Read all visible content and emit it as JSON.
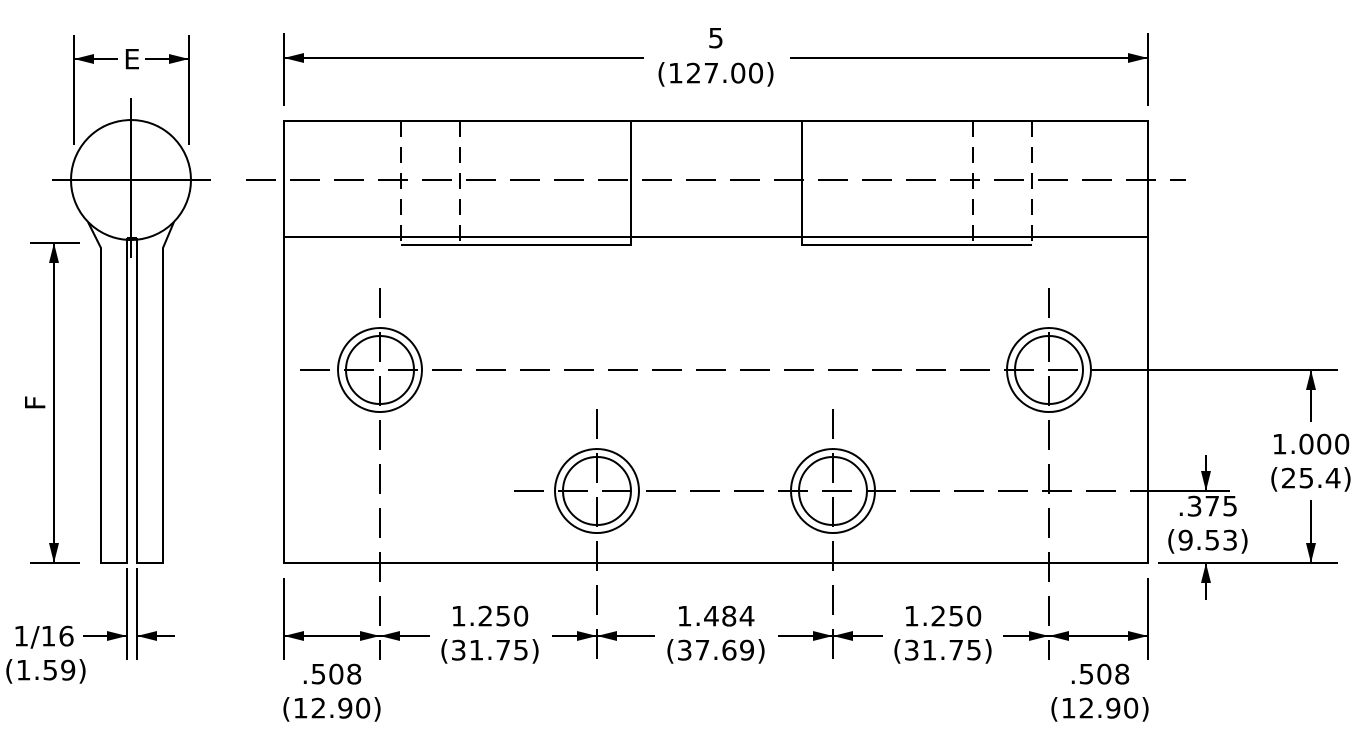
{
  "dimensions": {
    "overall_length": {
      "inch": "5",
      "mm": "(127.00)"
    },
    "barrel_diameter": {
      "label": "E"
    },
    "leaf_height": {
      "label": "F"
    },
    "leaf_thickness": {
      "inch": "1/16",
      "mm": "(1.59)"
    },
    "upper_hole_offset": {
      "inch": "1.000",
      "mm": "(25.4)"
    },
    "lower_hole_offset": {
      "inch": ".375",
      "mm": "(9.53)"
    },
    "edge_left": {
      "inch": ".508",
      "mm": "(12.90)"
    },
    "spacing_left": {
      "inch": "1.250",
      "mm": "(31.75)"
    },
    "spacing_center": {
      "inch": "1.484",
      "mm": "(37.69)"
    },
    "spacing_right": {
      "inch": "1.250",
      "mm": "(31.75)"
    },
    "edge_right": {
      "inch": ".508",
      "mm": "(12.90)"
    }
  }
}
